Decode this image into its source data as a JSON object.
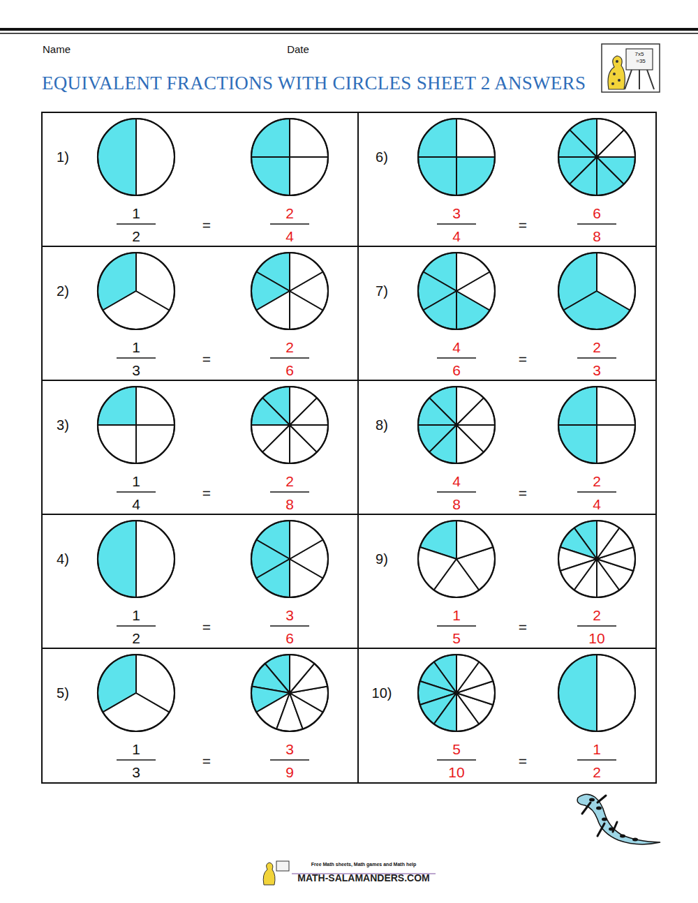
{
  "diagram": {
    "title": "EQUIVALENT FRACTIONS WITH CIRCLES SHEET 2 ANSWERS",
    "labels": [
      "Name",
      "Date",
      "7x5",
      "=35",
      "1)",
      "1",
      "2",
      "=",
      "2",
      "4",
      "6)",
      "3",
      "4",
      "=",
      "6",
      "8",
      "2)",
      "1",
      "3",
      "=",
      "2",
      "6",
      "7)",
      "4",
      "6",
      "=",
      "2",
      "3",
      "3)",
      "1",
      "4",
      "=",
      "2",
      "8",
      "8)",
      "4",
      "8",
      "=",
      "2",
      "4",
      "4)",
      "1",
      "2",
      "=",
      "3",
      "6",
      "9)",
      "1",
      "5",
      "=",
      "2",
      "10",
      "5)",
      "1",
      "3",
      "=",
      "3",
      "9",
      "10)",
      "5",
      "10",
      "=",
      "1",
      "2",
      "Free Math sheets, Math games and Math help",
      "MATH-SALAMANDERS.COM"
    ]
  }
}
